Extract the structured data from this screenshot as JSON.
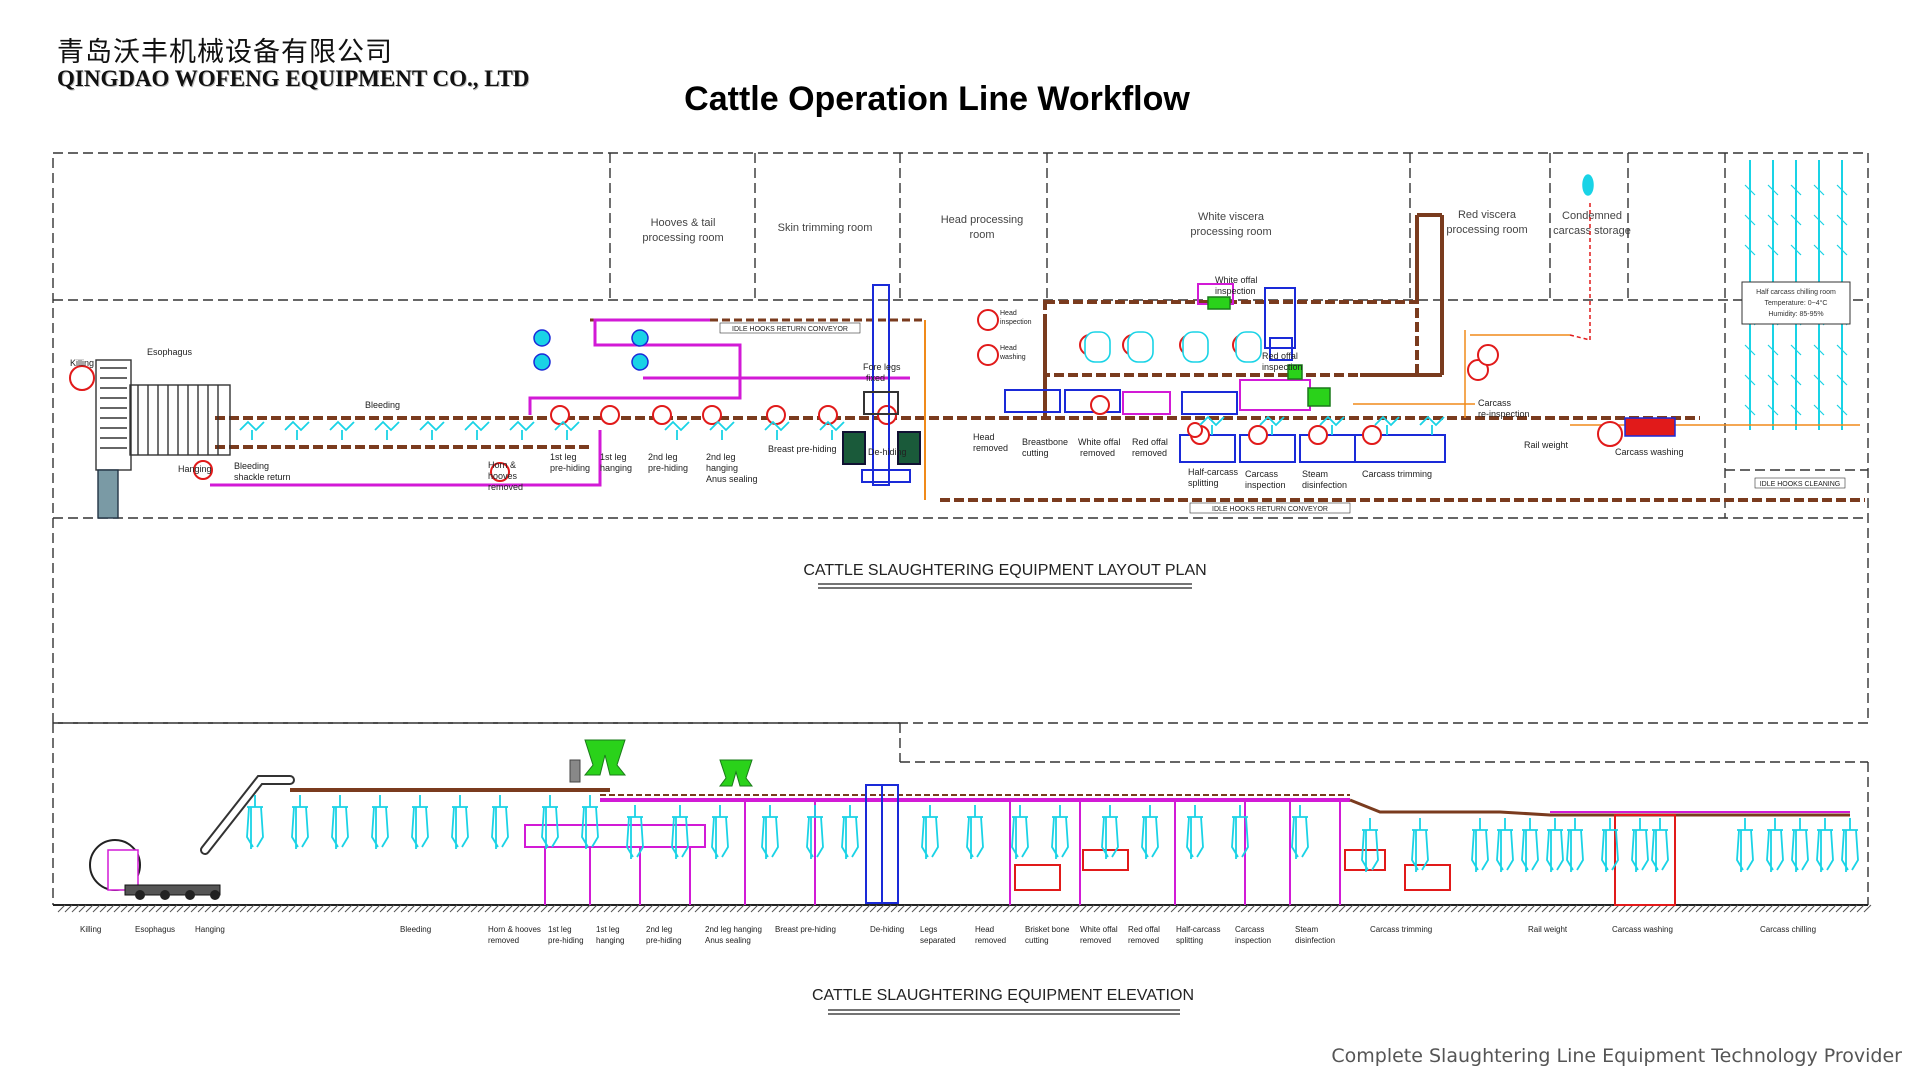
{
  "header": {
    "company_cn": "青岛沃丰机械设备有限公司",
    "company_en": "QINGDAO WOFENG EQUIPMENT CO., LTD",
    "title": "Cattle Operation Line Workflow"
  },
  "rooms": {
    "hooves_tail": [
      "Hooves & tail",
      "processing room"
    ],
    "skin_trimming": "Skin trimming room",
    "head_processing": [
      "Head processing",
      "room"
    ],
    "white_viscera": [
      "White viscera",
      "processing room"
    ],
    "red_viscera": [
      "Red viscera",
      "processing room"
    ],
    "condemned": [
      "Condemned",
      "carcass storage"
    ],
    "chilling": [
      "Half carcass chilling room",
      "Temperature: 0~4°C",
      "Humidity: 85-95%"
    ]
  },
  "plan": {
    "idle_return_top": "IDLE HOOKS RETURN CONVEYOR",
    "idle_return_bottom": "IDLE HOOKS RETURN CONVEYOR",
    "idle_cleaning": "IDLE HOOKS CLEANING",
    "labels": {
      "killing": "Killing",
      "esophagus": "Esophagus",
      "hanging": "Hanging",
      "bleeding": "Bleeding",
      "shackle_return": [
        "Bleeding",
        "shackle return"
      ],
      "horn": [
        "Horn &",
        "hooves",
        "removed"
      ],
      "leg1_prehide": [
        "1st leg",
        "pre-hiding"
      ],
      "leg1_hang": [
        "1st leg",
        "hanging"
      ],
      "leg2_prehide": [
        "2nd leg",
        "pre-hiding"
      ],
      "leg2_hang": [
        "2nd leg",
        "hanging",
        "Anus sealing"
      ],
      "fore_legs": [
        "Fore legs",
        "fixed"
      ],
      "breast_prehide": "Breast pre-hiding",
      "dehide": "De-hiding",
      "head_inspection": [
        "Head",
        "inspection"
      ],
      "head_washing": [
        "Head",
        "washing"
      ],
      "head_removed": [
        "Head",
        "removed"
      ],
      "breastbone": [
        "Breastbone",
        "cutting"
      ],
      "white_offal_removed": [
        "White offal",
        "removed"
      ],
      "red_offal_removed": [
        "Red offal",
        "removed"
      ],
      "white_offal_inspection": [
        "White offal",
        "inspection"
      ],
      "red_offal_inspection": [
        "Red offal",
        "inspection"
      ],
      "half_carcass": [
        "Half-carcass",
        "splitting"
      ],
      "carcass_inspection": [
        "Carcass",
        "inspection"
      ],
      "steam": [
        "Steam",
        "disinfection"
      ],
      "carcass_trimming": "Carcass trimming",
      "reinspection": [
        "Carcass",
        "re-inspection"
      ],
      "rail_weight": "Rail weight",
      "carcass_washing": "Carcass washing"
    },
    "caption": "CATTLE SLAUGHTERING EQUIPMENT LAYOUT PLAN"
  },
  "elevation": {
    "labels": [
      [
        "Killing"
      ],
      [
        "Esophagus"
      ],
      [
        "Hanging"
      ],
      [
        "Bleeding"
      ],
      [
        "Horn & hooves",
        "removed"
      ],
      [
        "1st leg",
        "pre-hiding"
      ],
      [
        "1st leg",
        "hanging"
      ],
      [
        "2nd leg",
        "pre-hiding"
      ],
      [
        "2nd leg hanging",
        "Anus sealing"
      ],
      [
        "Breast pre-hiding"
      ],
      [
        "De-hiding"
      ],
      [
        "Legs",
        "separated"
      ],
      [
        "Head",
        "removed"
      ],
      [
        "Brisket bone",
        "cutting"
      ],
      [
        "White offal",
        "removed"
      ],
      [
        "Red offal",
        "removed"
      ],
      [
        "Half-carcass",
        "splitting"
      ],
      [
        "Carcass",
        "inspection"
      ],
      [
        "Steam",
        "disinfection"
      ],
      [
        "Carcass trimming"
      ],
      [
        "Rail weight"
      ],
      [
        "Carcass washing"
      ],
      [
        "Carcass chilling"
      ]
    ],
    "caption": "CATTLE SLAUGHTERING EQUIPMENT ELEVATION"
  },
  "footer": "Complete Slaughtering Line Equipment Technology Provider",
  "colors": {
    "rail": "#7a3b1e",
    "magenta": "#d21ad6",
    "cyan": "#19d3e6",
    "red": "#e11a1a",
    "blue": "#1a2ad8",
    "green": "#2ad21a",
    "orange": "#f08a1a"
  }
}
